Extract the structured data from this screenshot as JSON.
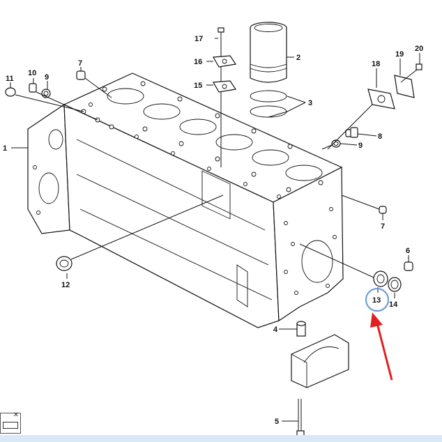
{
  "callouts": [
    {
      "id": "c1",
      "text": "1"
    },
    {
      "id": "c2",
      "text": "2"
    },
    {
      "id": "c3",
      "text": "3"
    },
    {
      "id": "c4",
      "text": "4"
    },
    {
      "id": "c5",
      "text": "5"
    },
    {
      "id": "c6",
      "text": "6"
    },
    {
      "id": "c7a",
      "text": "7"
    },
    {
      "id": "c7b",
      "text": "7"
    },
    {
      "id": "c8",
      "text": "8"
    },
    {
      "id": "c9a",
      "text": "9"
    },
    {
      "id": "c9b",
      "text": "9"
    },
    {
      "id": "c10",
      "text": "10"
    },
    {
      "id": "c11",
      "text": "11"
    },
    {
      "id": "c12",
      "text": "12"
    },
    {
      "id": "c13",
      "text": "13"
    },
    {
      "id": "c14",
      "text": "14"
    },
    {
      "id": "c15",
      "text": "15"
    },
    {
      "id": "c16",
      "text": "16"
    },
    {
      "id": "c17",
      "text": "17"
    },
    {
      "id": "c18",
      "text": "18"
    },
    {
      "id": "c19",
      "text": "19"
    },
    {
      "id": "c20",
      "text": "20"
    }
  ],
  "highlight": {
    "callout": "13",
    "ring_color": "#6f9fd6",
    "arrow_color": "#e02020"
  },
  "mini_window": {
    "close_glyph": "✕"
  }
}
